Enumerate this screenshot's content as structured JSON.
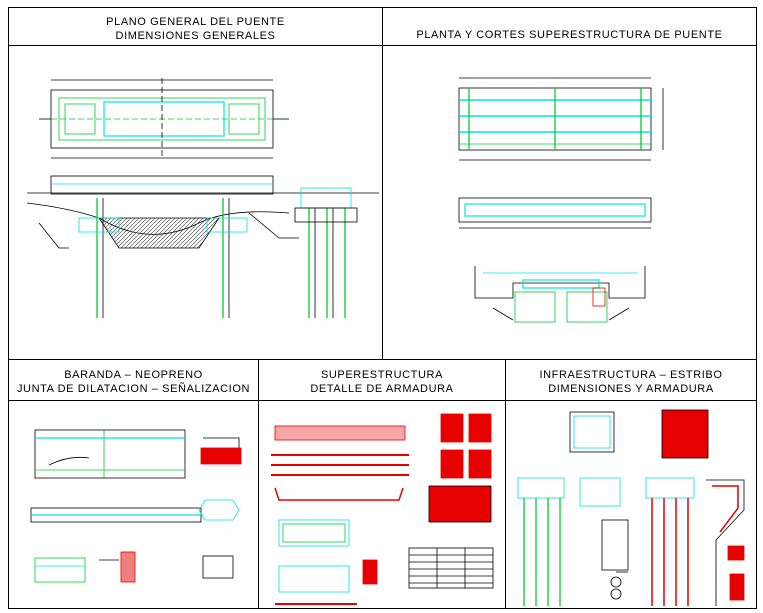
{
  "panels": {
    "p1": {
      "line1": "PLANO GENERAL DEL PUENTE",
      "line2": "DIMENSIONES GENERALES"
    },
    "p2": {
      "line1": "PLANTA Y CORTES SUPERESTRUCTURA DE PUENTE"
    },
    "p3": {
      "line1": "BARANDA – NEOPRENO",
      "line2": "JUNTA DE DILATACION – SEÑALIZACION"
    },
    "p4": {
      "line1": "SUPERESTRUCTURA",
      "line2": "DETALLE DE ARMADURA"
    },
    "p5": {
      "line1": "INFRAESTRUCTURA – ESTRIBO",
      "line2": "DIMENSIONES Y ARMADURA"
    }
  },
  "colors": {
    "line": "#000000",
    "cyan": "#00e5e5",
    "green": "#00cc33",
    "red": "#e60000",
    "hatch": "#333333"
  }
}
